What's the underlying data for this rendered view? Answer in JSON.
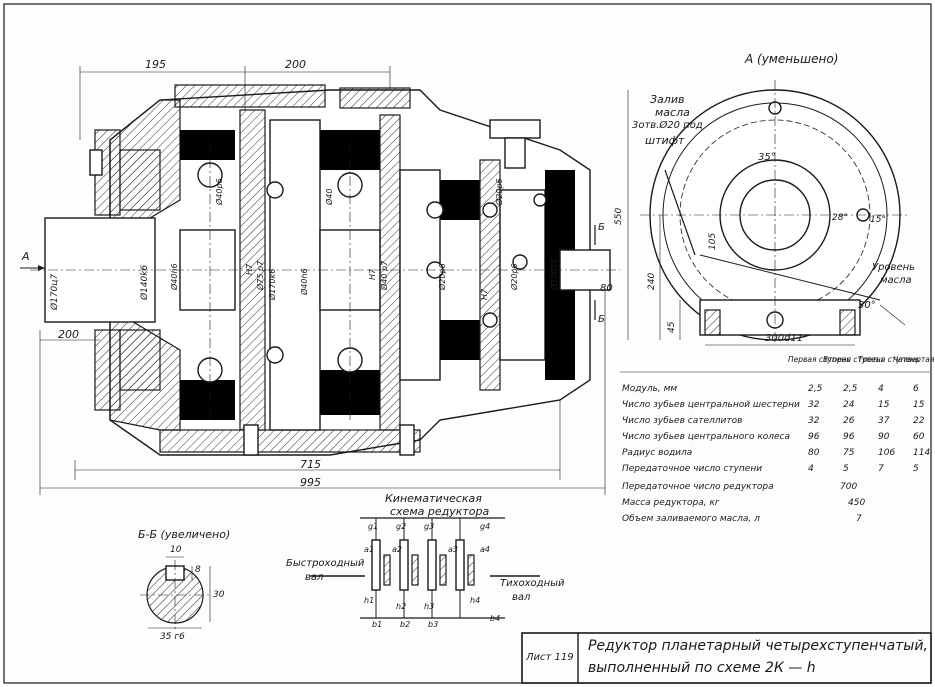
{
  "view_a_title": "А (уменьшено)",
  "section_title": "Б-Б (увеличено)",
  "kinematic_title_1": "Кинематическая",
  "kinematic_title_2": "схема редуктора",
  "fast_shaft_1": "Быстроходный",
  "fast_shaft_2": "вал",
  "slow_shaft_1": "Тихоходный",
  "slow_shaft_2": "вал",
  "label_fill_1": "Залив",
  "label_fill_2": "масла",
  "label_hole": "3отв.Ø20 под",
  "label_pin": "штифт",
  "label_level_1": "Уровень",
  "label_level_2": "масла",
  "label_a": "А",
  "label_b1": "Б",
  "label_b2": "Б",
  "sheet_label": "Лист 119",
  "title_line_1": "Редуктор планетарный четырехступенчатый,",
  "title_line_2": "выполненный по схеме 2К — h",
  "dims": {
    "d195": "195",
    "d200top": "200",
    "d200left": "200",
    "d715": "715",
    "d995": "995",
    "d550": "550",
    "d240": "240",
    "d45": "45",
    "d105": "105",
    "d300": "300d11",
    "d35deg": "35°",
    "d30deg": "30°",
    "d28": "28°",
    "d15": "15°",
    "d80": "80",
    "d10": "10",
    "d8": "8",
    "d30": "30",
    "d35g6": "35 г6",
    "shaft170": "Ø170ц7",
    "shaft140": "Ø140k6",
    "shaft170k6": "Ø170k6",
    "g40_1": "Ø40h6",
    "g40_2": "Ø40p6",
    "g40_3": "Ø40h6",
    "g40_4": "Ø40",
    "g20_1": "Ø20p6",
    "g20_2": "Ø20p6",
    "g20_3": "Ø20p6",
    "g100": "Ø100k6",
    "h7_1": "H7",
    "h7_2": "H7",
    "h7_3": "H7",
    "g75": "Ø75 p7",
    "g40_5": "Ø40 p7"
  },
  "table": {
    "headers": [
      "Первая ступень",
      "Вторая ступень",
      "Третья ступень",
      "Четвертая ступень"
    ],
    "rows": [
      {
        "label": "Модуль, мм",
        "values": [
          "2,5",
          "2,5",
          "4",
          "6"
        ]
      },
      {
        "label": "Число зубьев центральной шестерни",
        "values": [
          "32",
          "24",
          "15",
          "15"
        ]
      },
      {
        "label": "Число зубьев сателлитов",
        "values": [
          "32",
          "26",
          "37",
          "22"
        ]
      },
      {
        "label": "Число зубьев центрального колеса",
        "values": [
          "96",
          "96",
          "90",
          "60"
        ]
      },
      {
        "label": "Радиус водила",
        "values": [
          "80",
          "75",
          "106",
          "114"
        ]
      },
      {
        "label": "Передаточное число ступени",
        "values": [
          "4",
          "5",
          "7",
          "5"
        ]
      }
    ],
    "totals": [
      {
        "label": "Передаточное число редуктора",
        "value": "700"
      },
      {
        "label": "Масса редуктора, кг",
        "value": "450"
      },
      {
        "label": "Объем заливаемого масла, л",
        "value": "7"
      }
    ]
  },
  "kinematic_labels": {
    "g1": "g1",
    "g2": "g2",
    "g3": "g3",
    "g4": "g4",
    "a1": "a1",
    "a2": "a2",
    "a3": "a3",
    "a4": "a4",
    "h1": "h1",
    "h2": "h2",
    "h3": "h3",
    "h4": "h4",
    "b1": "b1",
    "b2": "b2",
    "b3": "b3",
    "b4": "b4"
  }
}
